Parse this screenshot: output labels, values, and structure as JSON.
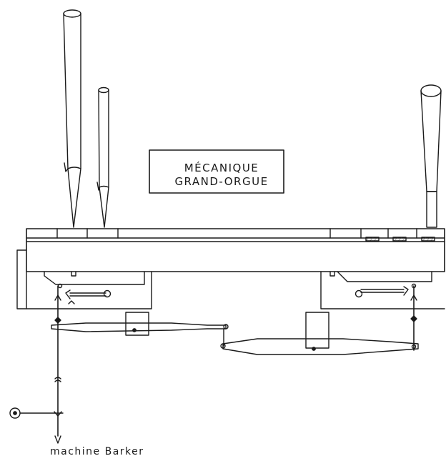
{
  "title_box": {
    "line1": "MÉCANIQUE",
    "line2": "GRAND-ORGUE"
  },
  "caption": "machine Barker",
  "colors": {
    "ink": "#1a1a1a",
    "paper": "#ffffff",
    "hatch": "#555555"
  }
}
